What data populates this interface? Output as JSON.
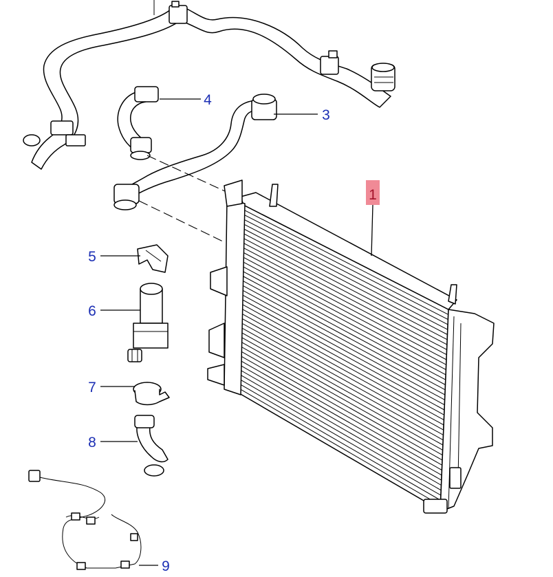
{
  "callouts": [
    {
      "id": "1",
      "label": "1",
      "selected": true
    },
    {
      "id": "3",
      "label": "3",
      "selected": false
    },
    {
      "id": "4",
      "label": "4",
      "selected": false
    },
    {
      "id": "5",
      "label": "5",
      "selected": false
    },
    {
      "id": "6",
      "label": "6",
      "selected": false
    },
    {
      "id": "7",
      "label": "7",
      "selected": false
    },
    {
      "id": "8",
      "label": "8",
      "selected": false
    },
    {
      "id": "9",
      "label": "9",
      "selected": false
    }
  ],
  "colors": {
    "callout_text": "#1c2fb4",
    "selected_text": "#a3122a",
    "selected_highlight": "#f08a96",
    "line_art": "#000000",
    "background": "#ffffff"
  }
}
